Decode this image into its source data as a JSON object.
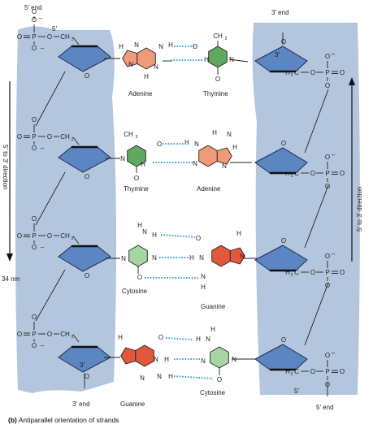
{
  "caption": {
    "tag": "(b)",
    "text": "Antiparallel orientation of strands"
  },
  "strands": {
    "left_top_end": "5′ end",
    "left_bottom_end": "3′ end",
    "right_top_end": "3′ end",
    "right_bottom_end": "5′ end",
    "left_direction": "5′ to 3′ direction",
    "right_direction": "5′ to 3′ direction",
    "distance": "34 nm",
    "left_prime_5": "5′",
    "left_prime_3": "3′",
    "right_prime_3": "3′",
    "right_prime_5": "5′"
  },
  "atoms": {
    "O": "O",
    "P": "P",
    "N": "N",
    "H": "H",
    "C": "C",
    "minus": "–",
    "ch2": "CH",
    "two": "2",
    "h2c": "H",
    "ch3": "CH",
    "three": "3"
  },
  "pairs": [
    {
      "left": "Adenine",
      "right": "Thymine"
    },
    {
      "left": "Thymine",
      "right": "Adenine"
    },
    {
      "left": "Cytosine",
      "right": "Guanine"
    },
    {
      "left": "Guanine",
      "right": "Cytosine"
    }
  ],
  "colors": {
    "backbone": "#b3c6dd",
    "sugar": "#5c86c2",
    "adenine": "#ef9a78",
    "thymine": "#5ea95e",
    "cytosine": "#a6d6a6",
    "guanine": "#e2583d",
    "hbond": "#3aa0d6"
  }
}
